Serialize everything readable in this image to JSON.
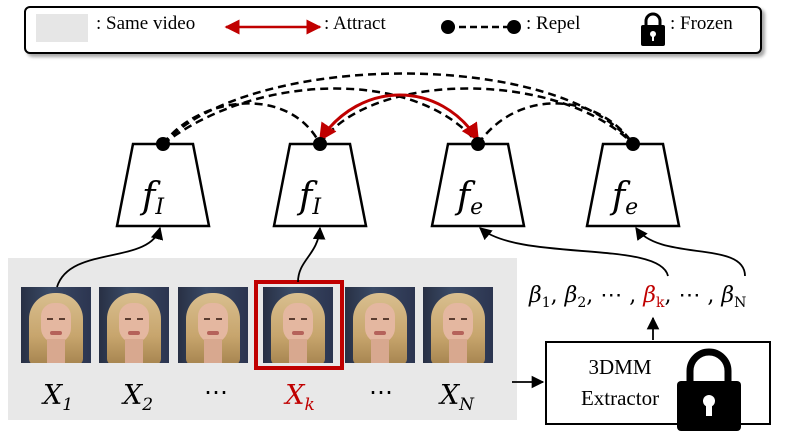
{
  "legend": {
    "same_video": ": Same video",
    "attract": ": Attract",
    "repel": ": Repel",
    "frozen": ": Frozen"
  },
  "encoders": [
    {
      "base": "f",
      "sub": "I"
    },
    {
      "base": "f",
      "sub": "I"
    },
    {
      "base": "f",
      "sub": "e"
    },
    {
      "base": "f",
      "sub": "e"
    }
  ],
  "frames": [
    {
      "base": "X",
      "sub": "1",
      "highlight": false
    },
    {
      "base": "X",
      "sub": "2",
      "highlight": false
    },
    {
      "base": "⋯",
      "sub": "",
      "highlight": false
    },
    {
      "base": "X",
      "sub": "k",
      "highlight": true
    },
    {
      "base": "⋯",
      "sub": "",
      "highlight": false
    },
    {
      "base": "X",
      "sub": "N",
      "highlight": false
    }
  ],
  "betas": [
    "β",
    "1",
    ", ",
    "β",
    "2",
    ", ⋯ , ",
    "β",
    "k",
    ", ⋯ , ",
    "β",
    "N"
  ],
  "extractor": {
    "line1": "3DMM",
    "line2": "Extractor"
  },
  "colors": {
    "accent_red": "#c00000",
    "video_bg": "#e8e8e8",
    "black": "#000000"
  }
}
